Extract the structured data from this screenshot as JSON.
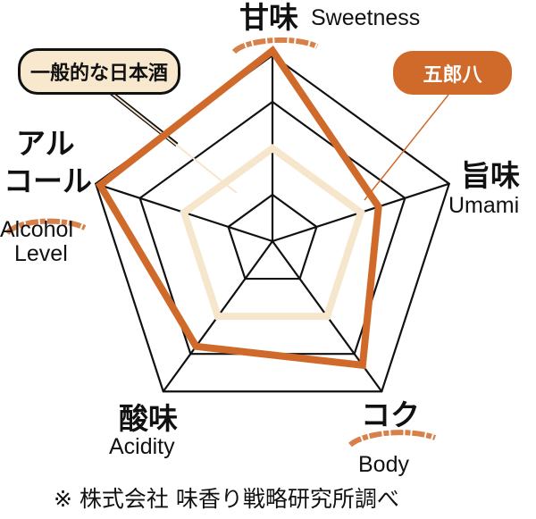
{
  "chart_data": {
    "type": "radar",
    "axes": [
      {
        "ja": "甘味",
        "en": "Sweetness"
      },
      {
        "ja": "旨味",
        "en": "Umami"
      },
      {
        "ja": "コク",
        "en": "Body"
      },
      {
        "ja": "酸味",
        "en": "Acidity"
      },
      {
        "ja": "アルコール",
        "ja_lines": [
          "アル",
          "コール"
        ],
        "en": "Alcohol Level",
        "en_lines": [
          "Alcohol",
          "Level"
        ]
      }
    ],
    "scale_max": 4,
    "rings": 4,
    "series": [
      {
        "name": "一般的な日本酒",
        "color": "#F5E6CC",
        "values": [
          2,
          2,
          2,
          2,
          2
        ]
      },
      {
        "name": "五郎八",
        "color": "#D06A2A",
        "values": [
          4.1,
          2.4,
          3.3,
          2.8,
          3.9
        ]
      }
    ],
    "legend": "callouts",
    "footnote": "※ 株式会社 味香り戦略研究所調べ"
  }
}
